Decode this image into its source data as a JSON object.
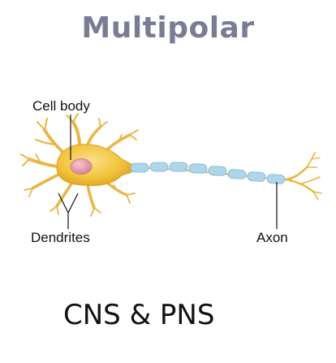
{
  "title": "Multipolar",
  "labels": {
    "cell_body": "Cell body",
    "dendrites": "Dendrites",
    "axon": "Axon"
  },
  "footer": "CNS & PNS",
  "colors": {
    "title": "#7a7c94",
    "cell_body": "#f2c23a",
    "nucleus": "#e39aa8",
    "axon_myelin": "#aed6ea",
    "axon_core": "#e6b85a"
  }
}
